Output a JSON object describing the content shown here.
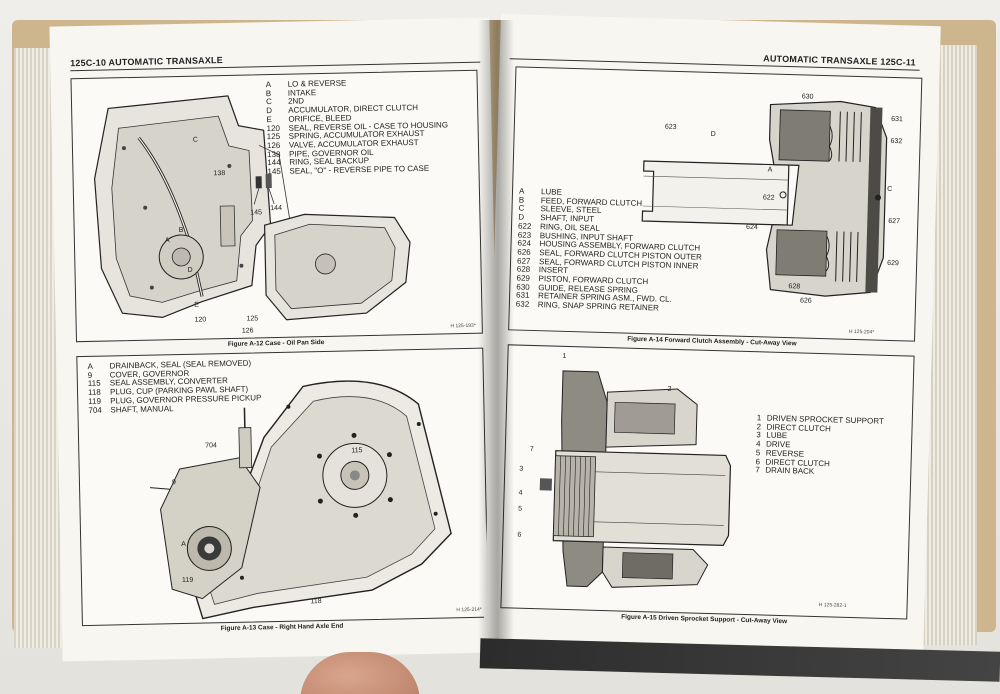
{
  "left_page": {
    "header": "125C-10  AUTOMATIC TRANSAXLE",
    "figure_a12": {
      "caption": "Figure A-12 Case - Oil Pan Side",
      "code": "H 125-193*",
      "legend": [
        {
          "code": "A",
          "text": "LO & REVERSE"
        },
        {
          "code": "B",
          "text": "INTAKE"
        },
        {
          "code": "C",
          "text": "2ND"
        },
        {
          "code": "D",
          "text": "ACCUMULATOR, DIRECT CLUTCH"
        },
        {
          "code": "E",
          "text": "ORIFICE, BLEED"
        },
        {
          "code": "120",
          "text": "SEAL, REVERSE OIL - CASE TO HOUSING"
        },
        {
          "code": "125",
          "text": "SPRING, ACCUMULATOR EXHAUST"
        },
        {
          "code": "126",
          "text": "VALVE, ACCUMULATOR EXHAUST"
        },
        {
          "code": "138",
          "text": "PIPE, GOVERNOR OIL"
        },
        {
          "code": "144",
          "text": "RING, SEAL BACKUP"
        },
        {
          "code": "145",
          "text": "SEAL, \"O\" - REVERSE PIPE TO CASE"
        }
      ],
      "callouts": [
        "138",
        "145",
        "144",
        "A",
        "B",
        "C",
        "D",
        "E",
        "120",
        "125",
        "126"
      ]
    },
    "figure_a13": {
      "caption": "Figure A-13 Case - Right Hand Axle End",
      "code": "H 125-214*",
      "legend": [
        {
          "code": "A",
          "text": "DRAINBACK, SEAL (SEAL REMOVED)"
        },
        {
          "code": "9",
          "text": "COVER, GOVERNOR"
        },
        {
          "code": "115",
          "text": "SEAL ASSEMBLY, CONVERTER"
        },
        {
          "code": "118",
          "text": "PLUG, CUP (PARKING PAWL SHAFT)"
        },
        {
          "code": "119",
          "text": "PLUG, GOVERNOR PRESSURE PICKUP"
        },
        {
          "code": "704",
          "text": "SHAFT, MANUAL"
        }
      ],
      "callouts": [
        "704",
        "9",
        "115",
        "A",
        "119",
        "118"
      ]
    }
  },
  "right_page": {
    "header": "AUTOMATIC TRANSAXLE  125C-11",
    "figure_a14": {
      "caption": "Figure A-14 Forward Clutch Assembly - Cut-Away View",
      "code": "H 125-204*",
      "legend": [
        {
          "code": "A",
          "text": "LUBE"
        },
        {
          "code": "B",
          "text": "FEED, FORWARD CLUTCH"
        },
        {
          "code": "C",
          "text": "SLEEVE, STEEL"
        },
        {
          "code": "D",
          "text": "SHAFT, INPUT"
        },
        {
          "code": "622",
          "text": "RING, OIL SEAL"
        },
        {
          "code": "623",
          "text": "BUSHING, INPUT SHAFT"
        },
        {
          "code": "624",
          "text": "HOUSING ASSEMBLY, FORWARD CLUTCH"
        },
        {
          "code": "626",
          "text": "SEAL, FORWARD CLUTCH PISTON OUTER"
        },
        {
          "code": "627",
          "text": "SEAL, FORWARD CLUTCH PISTON INNER"
        },
        {
          "code": "628",
          "text": "INSERT"
        },
        {
          "code": "629",
          "text": "PISTON, FORWARD CLUTCH"
        },
        {
          "code": "630",
          "text": "GUIDE, RELEASE SPRING"
        },
        {
          "code": "631",
          "text": "RETAINER SPRING ASM., FWD. CL."
        },
        {
          "code": "632",
          "text": "RING, SNAP SPRING RETAINER"
        }
      ],
      "callouts": [
        "630",
        "631",
        "632",
        "623",
        "D",
        "A",
        "622",
        "C",
        "624",
        "627",
        "629",
        "628",
        "626"
      ]
    },
    "figure_a15": {
      "caption": "Figure A-15 Driven Sprocket Support - Cut-Away View",
      "code": "H 125-282-1",
      "legend": [
        {
          "code": "1",
          "text": "DRIVEN SPROCKET SUPPORT"
        },
        {
          "code": "2",
          "text": "DIRECT CLUTCH"
        },
        {
          "code": "3",
          "text": "LUBE"
        },
        {
          "code": "4",
          "text": "DRIVE"
        },
        {
          "code": "5",
          "text": "REVERSE"
        },
        {
          "code": "6",
          "text": "DIRECT CLUTCH"
        },
        {
          "code": "7",
          "text": "DRAIN BACK"
        }
      ],
      "callouts": [
        "1",
        "2",
        "7",
        "3",
        "4",
        "5",
        "6"
      ]
    }
  }
}
